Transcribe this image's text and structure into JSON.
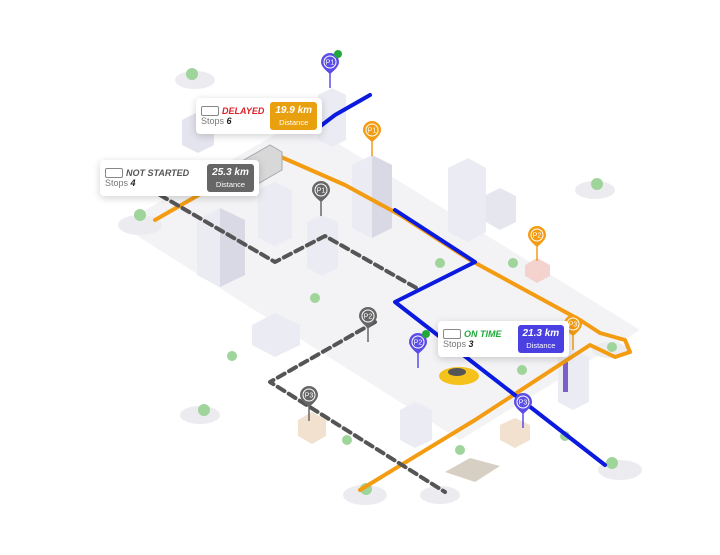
{
  "colors": {
    "orange": "#f39c12",
    "blue": "#0a1adf",
    "gray": "#666666",
    "purple": "#5b4de6",
    "delayed": "#e0202a",
    "on_time": "#22a83a"
  },
  "cards": {
    "delayed": {
      "status": "DELAYED",
      "stops_label": "Stops",
      "stops": "6",
      "distance": "19.9  km",
      "distance_label": "Distance"
    },
    "not_started": {
      "status": "NOT STARTED",
      "stops_label": "Stops",
      "stops": "4",
      "distance": "25.3 km",
      "distance_label": "Distance"
    },
    "on_time": {
      "status": "ON TIME",
      "stops_label": "Stops",
      "stops": "3",
      "distance": "21.3  km",
      "distance_label": "Distance"
    }
  },
  "pins": {
    "p1": "P1",
    "p2": "P2",
    "p3": "P3"
  }
}
